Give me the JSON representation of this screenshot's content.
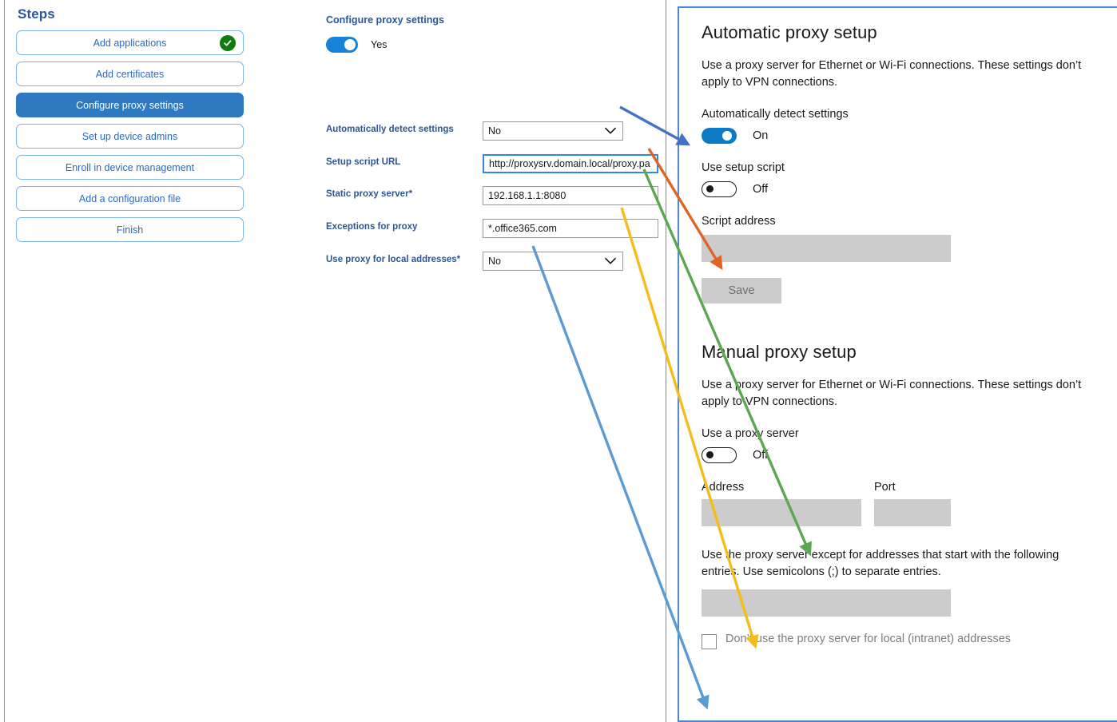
{
  "sidebar": {
    "title": "Steps",
    "items": [
      {
        "label": "Add applications",
        "state": "complete",
        "icon": "check-circle-icon"
      },
      {
        "label": "Add certificates",
        "state": "default"
      },
      {
        "label": "Configure proxy settings",
        "state": "active"
      },
      {
        "label": "Set up device admins",
        "state": "default"
      },
      {
        "label": "Enroll in device management",
        "state": "default"
      },
      {
        "label": "Add a configuration file",
        "state": "default"
      },
      {
        "label": "Finish",
        "state": "default"
      }
    ],
    "accent_color": "#2f79c0",
    "complete_color": "#107c10"
  },
  "form": {
    "heading": "Configure proxy settings",
    "master_toggle": {
      "label": "Yes",
      "state": "on",
      "color": "#1683d8"
    },
    "fields": [
      {
        "label": "Automatically detect settings",
        "required": false,
        "type": "select",
        "value": "No",
        "focused": false
      },
      {
        "label": "Setup script URL",
        "required": false,
        "type": "text",
        "value": "http://proxysrv.domain.local/proxy.pa",
        "focused": true
      },
      {
        "label": "Static proxy server",
        "required": true,
        "type": "text",
        "value": "192.168.1.1:8080",
        "focused": false
      },
      {
        "label": "Exceptions for proxy",
        "required": true,
        "type": "text",
        "value": "*.office365.com",
        "focused": false
      },
      {
        "label": "Use proxy for local addresses",
        "required": true,
        "type": "select",
        "value": "No",
        "focused": false
      }
    ]
  },
  "settings": {
    "automatic": {
      "title": "Automatic proxy setup",
      "description": "Use a proxy server for Ethernet or Wi-Fi connections. These settings don’t apply to VPN connections.",
      "detect_label": "Automatically detect settings",
      "detect_state": "On",
      "script_toggle_label": "Use setup script",
      "script_toggle_state": "Off",
      "script_address_label": "Script address",
      "script_address_value": "",
      "save_label": "Save"
    },
    "manual": {
      "title": "Manual proxy setup",
      "description": "Use a proxy server for Ethernet or Wi-Fi connections. These settings don’t apply to VPN connections.",
      "use_proxy_label": "Use a proxy server",
      "use_proxy_state": "Off",
      "address_label": "Address",
      "address_value": "",
      "port_label": "Port",
      "port_value": "",
      "exceptions_description": "Use the proxy server except for addresses that start with the following entries. Use semicolons (;) to separate entries.",
      "exceptions_value": "",
      "bypass_local_label": "Don’t use the proxy server for local (intranet) addresses",
      "bypass_local_checked": false
    },
    "on_color": "#0a7bc4",
    "field_color": "#cccccc",
    "border_color": "#4a87d0"
  },
  "annotations": {
    "arrows": [
      {
        "name": "automatically-detect-settings-arrow",
        "color": "#4472c4",
        "from_label": "Automatically detect settings",
        "to_label": "Automatically detect settings toggle"
      },
      {
        "name": "setup-script-url-arrow",
        "color": "#e06425",
        "from_label": "Setup script URL",
        "to_label": "Script address"
      },
      {
        "name": "static-proxy-server-arrow",
        "color": "#5aa84f",
        "from_label": "Static proxy server",
        "to_label": "Address"
      },
      {
        "name": "exceptions-for-proxy-arrow",
        "color": "#f5bc1a",
        "from_label": "Exceptions for proxy",
        "to_label": "Exceptions entries box"
      },
      {
        "name": "use-proxy-local-addresses-arrow",
        "color": "#5b9bd5",
        "from_label": "Use proxy for local addresses",
        "to_label": "Don’t use the proxy server for local (intranet) addresses"
      }
    ]
  }
}
